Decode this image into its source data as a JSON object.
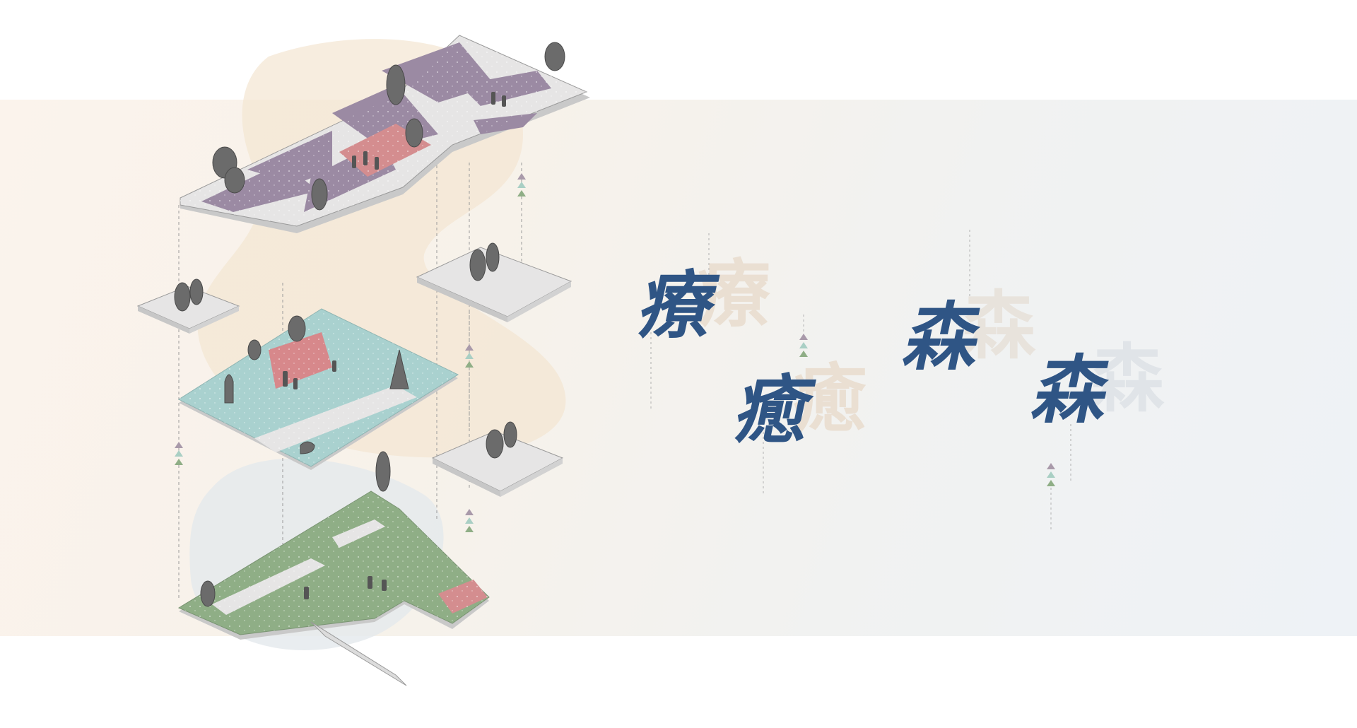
{
  "colors": {
    "heading_blue": "#2f5585",
    "shadow_beige": "#eadfd2",
    "shadow_grey": "#e0e4e8",
    "purple_zone": "#9b8aa3",
    "teal_zone": "#a9d1cf",
    "green_zone": "#8fae86",
    "rose_zone": "#d7888b",
    "paving": "#e3e3e3",
    "tree_grey": "#6b6b6b"
  },
  "heading_chars": [
    {
      "main": "療",
      "shadow": "療"
    },
    {
      "main": "癒",
      "shadow": "癒"
    },
    {
      "main": "森",
      "shadow": "森"
    },
    {
      "main": "森",
      "shadow": "森"
    }
  ]
}
